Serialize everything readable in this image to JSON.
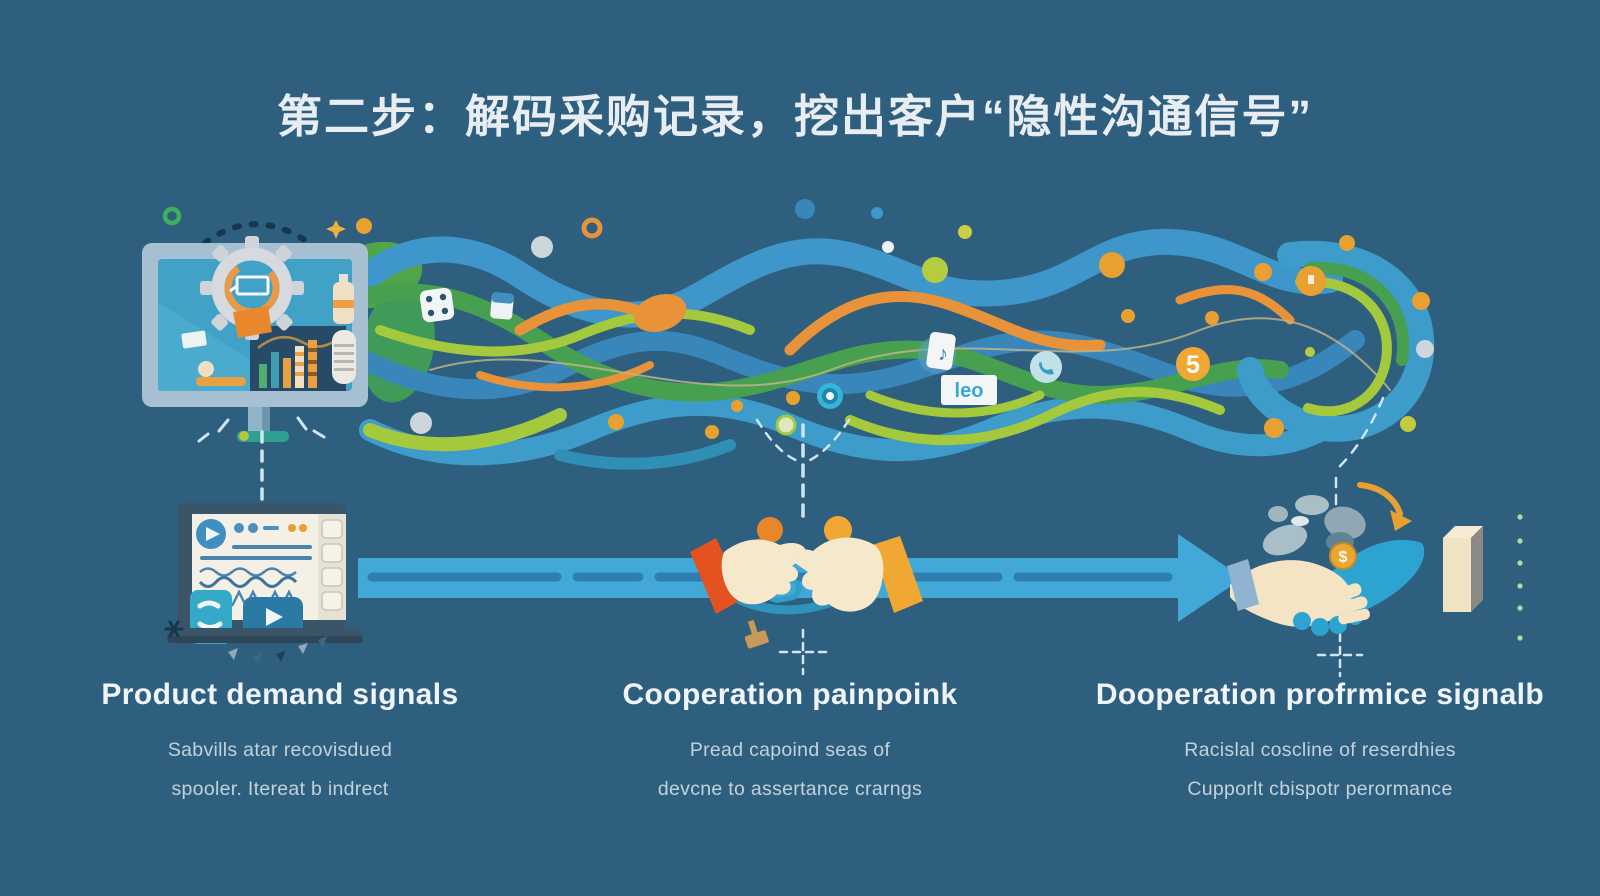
{
  "title": "第二步：解码采购记录，挖出客户“隐性沟通信号”",
  "columns": [
    {
      "heading": "Product demand signals",
      "lines": [
        "Sabvills atar recovisdued",
        "spooler. Itereat b indrect"
      ]
    },
    {
      "heading": "Cooperation painpoink",
      "lines": [
        "Pread capoind seas of",
        "devcne to assertance crarngs"
      ]
    },
    {
      "heading": "Dooperation profrmice signalb",
      "lines": [
        "Racislal coscline of reserdhies",
        "Cupporlt cbispotr perormance"
      ]
    }
  ],
  "stream_badges": {
    "leo_label": "leo",
    "five_label": "5",
    "note_glyph": "♪",
    "coin_glyph": "$"
  },
  "colors": {
    "background": "#2f5f7e",
    "accent_blue": "#42a8d8",
    "accent_green": "#46a050",
    "accent_lime": "#a4c93c",
    "accent_orange": "#e8923a",
    "cuff_red": "#e4531f",
    "cuff_yellow": "#f0a832",
    "hand_cream": "#f5e8cb",
    "text_primary": "#eef4f7",
    "text_secondary": "#c2d2dc"
  }
}
